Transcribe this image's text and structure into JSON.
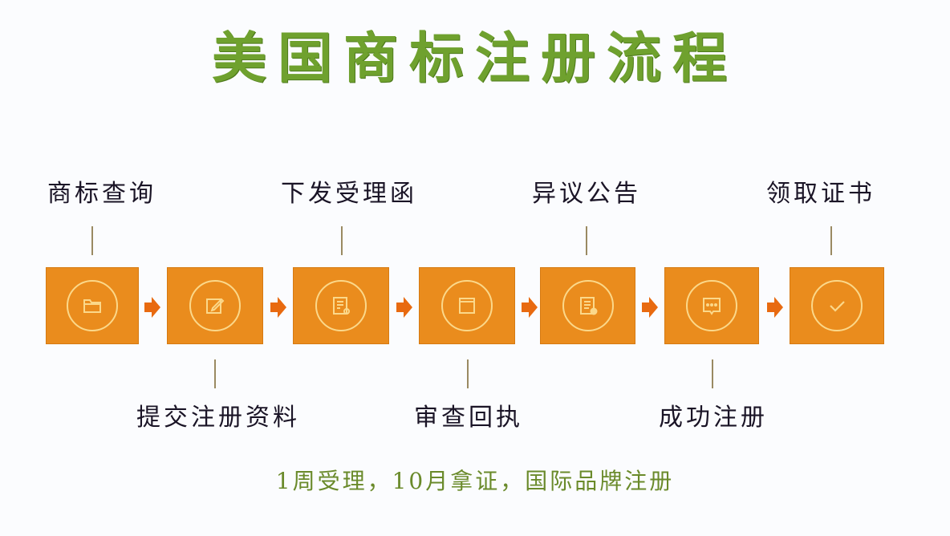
{
  "title": "美国商标注册流程",
  "colors": {
    "title": "#6fa12e",
    "box": "#ea8c1d",
    "icon": "#fbd88a",
    "arrow": "#e86a10",
    "footer": "#6a8a2a",
    "label": "#1a1426"
  },
  "steps": [
    {
      "label": "商标查询",
      "icon": "folder-icon",
      "position": "top"
    },
    {
      "label": "提交注册资料",
      "icon": "edit-icon",
      "position": "bottom"
    },
    {
      "label": "下发受理函",
      "icon": "document-search-icon",
      "position": "top"
    },
    {
      "label": "审查回执",
      "icon": "window-icon",
      "position": "bottom"
    },
    {
      "label": "异议公告",
      "icon": "certificate-icon",
      "position": "top"
    },
    {
      "label": "成功注册",
      "icon": "chat-icon",
      "position": "bottom"
    },
    {
      "label": "领取证书",
      "icon": "check-icon",
      "position": "top"
    }
  ],
  "footer": "1周受理，10月拿证，国际品牌注册"
}
